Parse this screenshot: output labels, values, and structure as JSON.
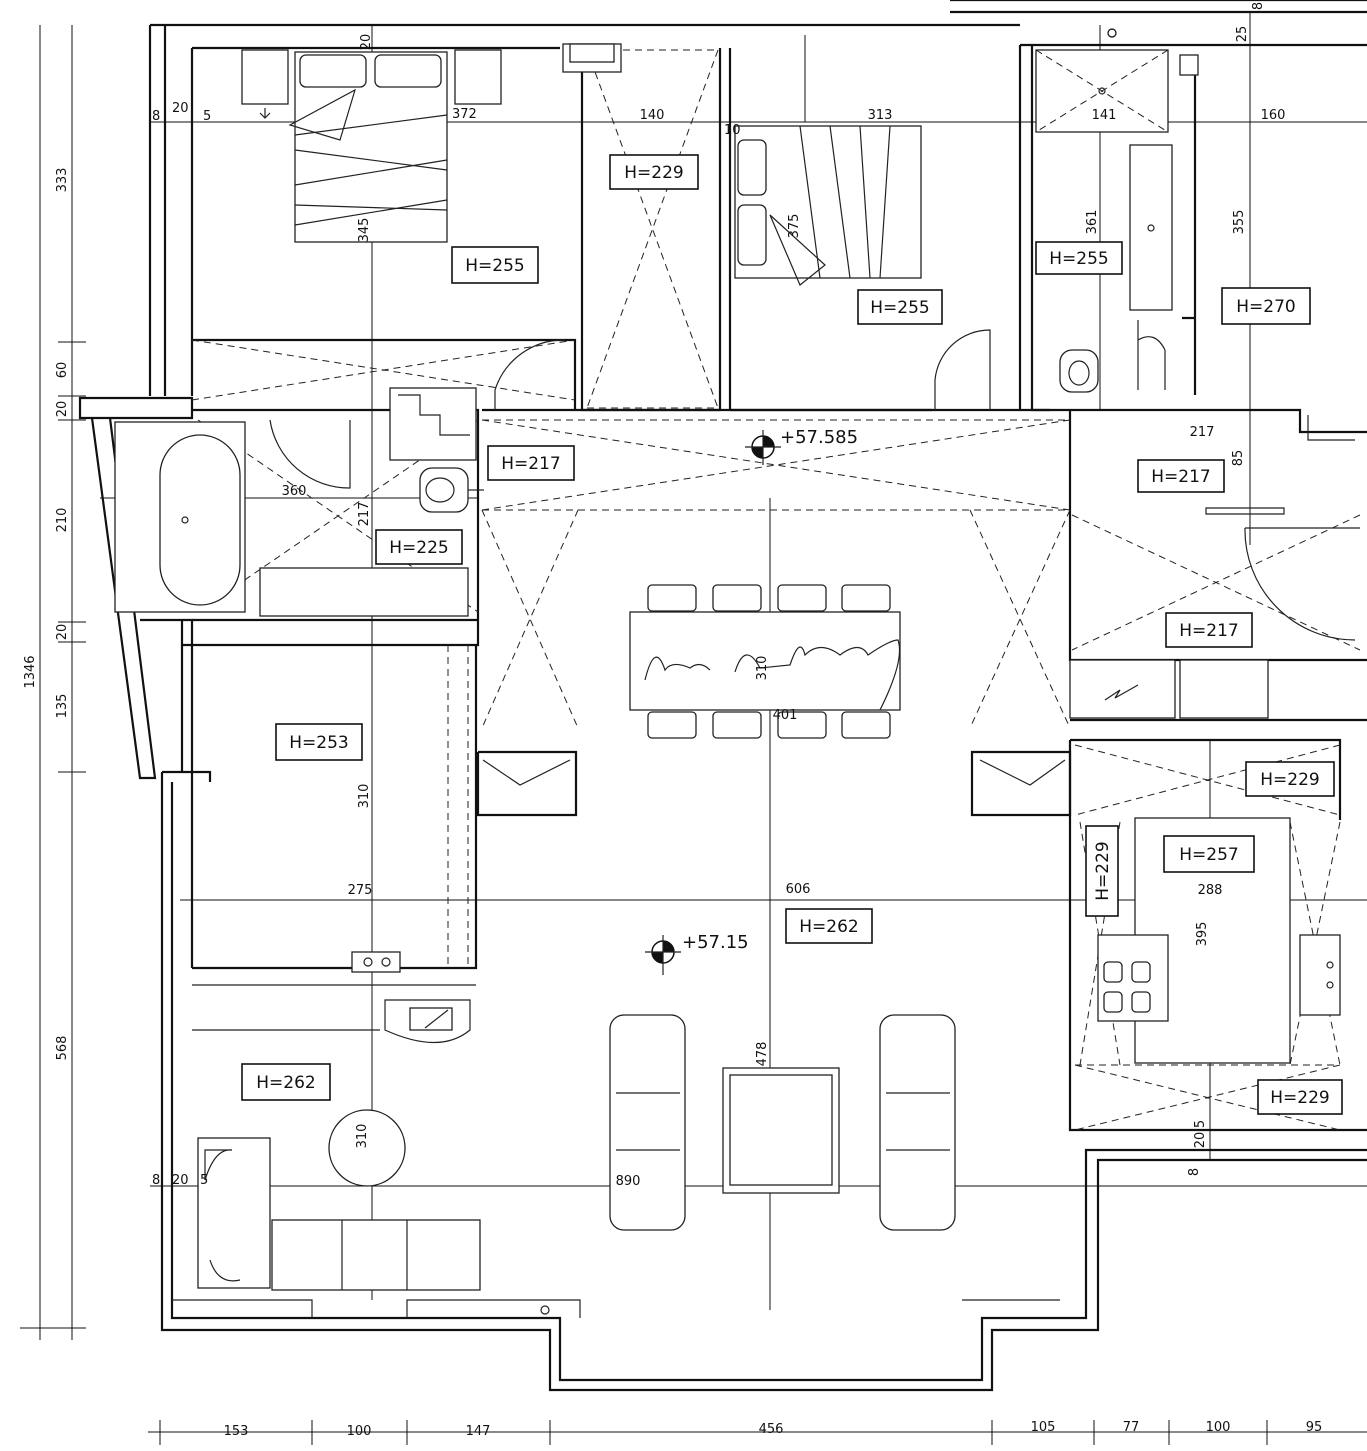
{
  "levels": {
    "upper": "+57.585",
    "main": "+57.15"
  },
  "room_heights": {
    "bedroom_master": "H=255",
    "closet_master": "H=229",
    "bedroom_2": "H=255",
    "bathroom_2": "H=255",
    "room_ne": "H=270",
    "hall": "H=217",
    "wc_ne": "H=217",
    "bathroom": "H=225",
    "corridor_east": "H=217",
    "study": "H=253",
    "living": "H=262",
    "kitchen_upper": "H=229",
    "kitchen": "H=257",
    "kitchen_side": "H=229",
    "kitchen_lower": "H=229",
    "sitting": "H=262"
  },
  "inner_dimensions": {
    "d_140": "140",
    "d_313": "313",
    "d_141": "141",
    "d_160": "160",
    "d_345": "345",
    "d_375": "375",
    "d_361": "361",
    "d_355": "355",
    "d_372": "372",
    "d_10": "10",
    "d_8_top": "8",
    "d_20_top": "20",
    "d_5_top": "5",
    "d_360": "360",
    "d_217_bath": "217",
    "d_217_wc": "217",
    "d_85": "85",
    "d_310_table": "310",
    "d_401": "401",
    "d_310_study": "310",
    "d_275": "275",
    "d_606": "606",
    "d_288": "288",
    "d_395": "395",
    "d_478": "478",
    "d_310_sitting": "310",
    "d_890": "890",
    "d_8_bottom": "8",
    "d_20_bottom": "20",
    "d_5_bottom": "5",
    "d_20_top_col": "20",
    "d_25": "25",
    "d_8_corner": "8",
    "d_5_k": "5",
    "d_20_k": "20",
    "d_8_k": "8"
  },
  "left_dimensions": {
    "d_333": "333",
    "d_60": "60",
    "d_20a": "20",
    "d_210": "210",
    "d_20b": "20",
    "d_135": "135",
    "d_568": "568",
    "total": "1346"
  },
  "bottom_dimensions": {
    "d_153": "153",
    "d_100a": "100",
    "d_147": "147",
    "d_456": "456",
    "d_105": "105",
    "d_77": "77",
    "d_100b": "100",
    "d_95": "95"
  }
}
